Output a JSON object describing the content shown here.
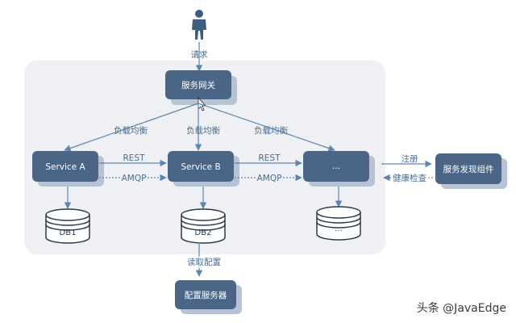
{
  "labels": {
    "request": "请求",
    "gateway": "服务网关",
    "lb1": "负载均衡",
    "lb2": "负载均衡",
    "lb3": "负载均衡",
    "service_a": "Service A",
    "service_b": "Service B",
    "service_c": "...",
    "rest1": "REST",
    "amqp1": "AMQP",
    "rest2": "REST",
    "amqp2": "AMQP",
    "register": "注册",
    "health_check": "健康检查",
    "discovery": "服务发现组件",
    "db1": "DB1",
    "db2": "DB2",
    "db3": "...",
    "read_config": "读取配置",
    "config_server": "配置服务器",
    "watermark": "头条 @JavaEdge"
  },
  "icons": {
    "user": "person-icon",
    "cursor": "mouse-cursor-icon"
  },
  "colors": {
    "box_fill": "#4a6585",
    "box_shadow": "#b7c3d2",
    "panel": "#eef0f4",
    "arrow": "#5b86b1",
    "label": "#4a6f92",
    "db_fill": "#ffffff",
    "db_stroke": "#2b3a4b"
  }
}
